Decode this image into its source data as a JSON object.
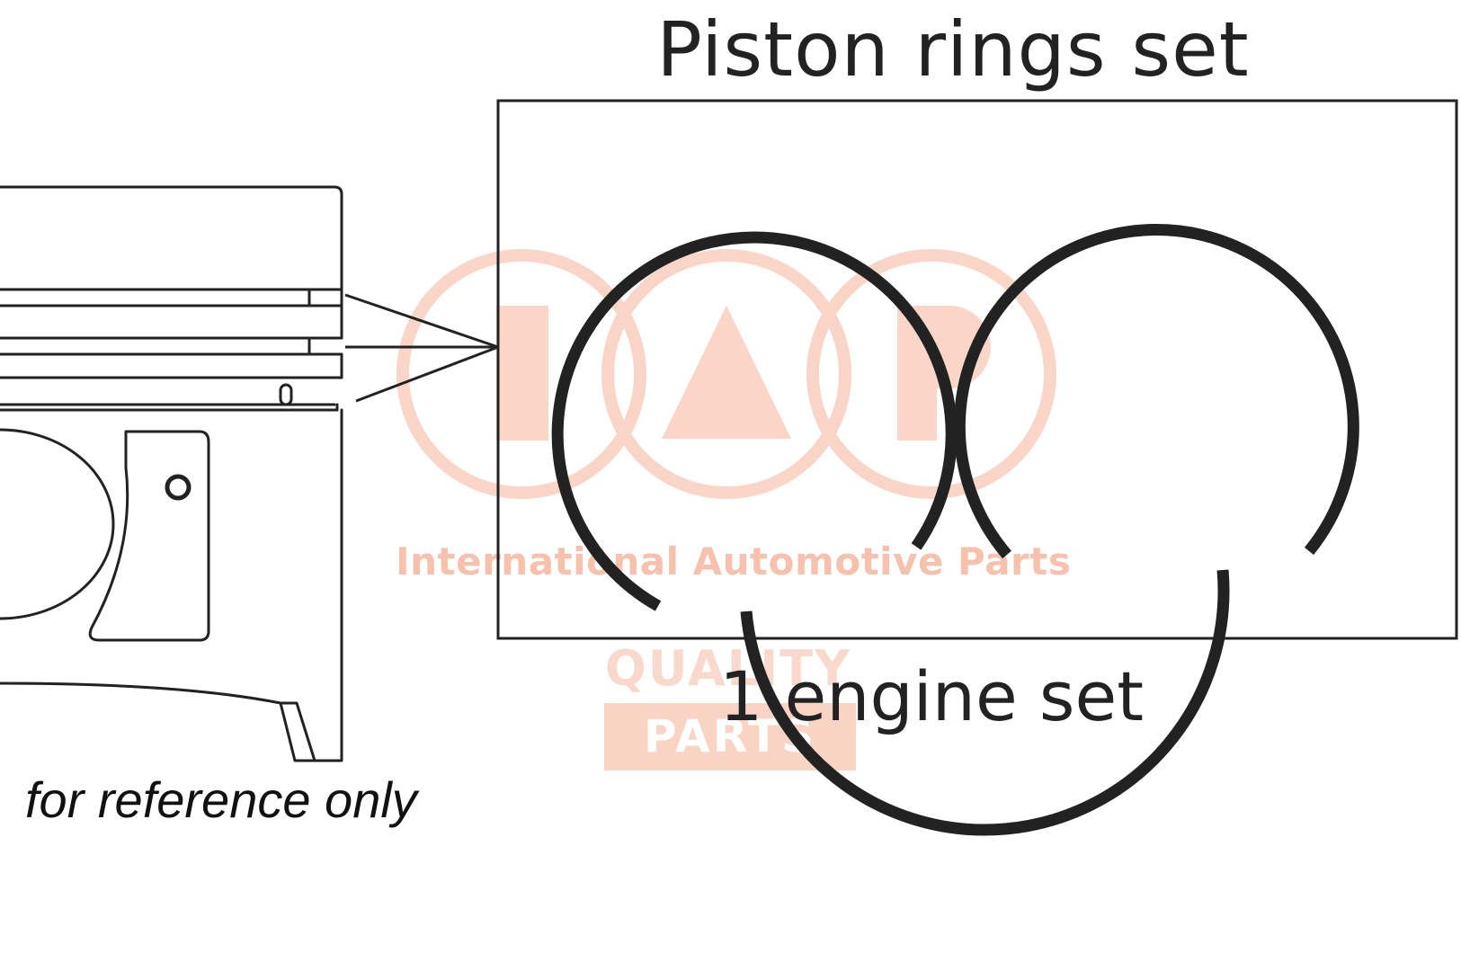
{
  "diagram": {
    "title": "Piston rings set",
    "set_label": "1 engine set",
    "note": "for reference only",
    "ring_count": 3
  },
  "watermark": {
    "brand_letters": "IAP",
    "company": "International Automotive Parts",
    "quality": "QUALITY",
    "parts": "PARTS",
    "color": "#f08a64"
  },
  "colors": {
    "line": "#222222",
    "background": "#ffffff"
  }
}
